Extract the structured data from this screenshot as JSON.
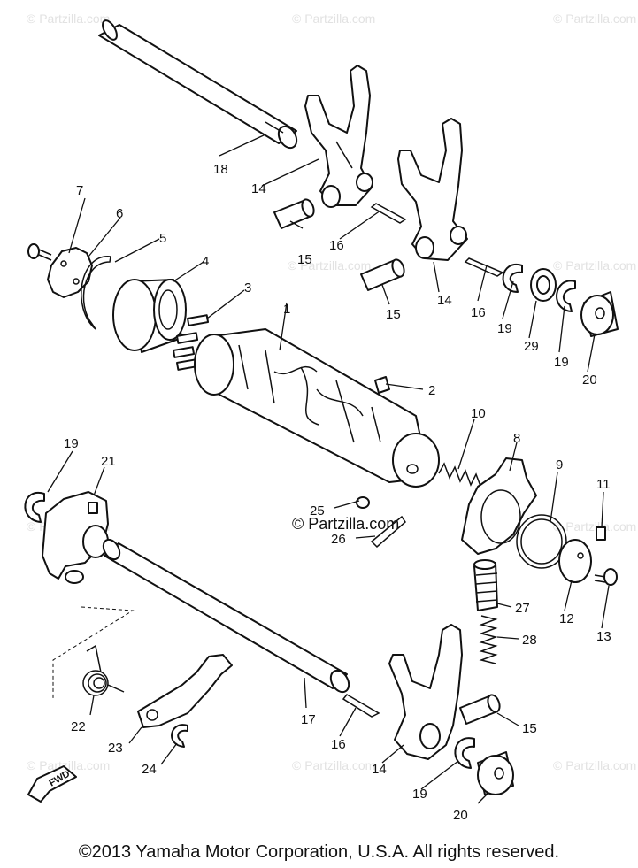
{
  "watermarks": {
    "small": "© Partzilla.com",
    "center": "© Partzilla.com"
  },
  "callouts": {
    "c1": "1",
    "c2": "2",
    "c3": "3",
    "c4": "4",
    "c5": "5",
    "c6": "6",
    "c7": "7",
    "c8": "8",
    "c9": "9",
    "c10": "10",
    "c11": "11",
    "c12": "12",
    "c13": "13",
    "c14a": "14",
    "c14b": "14",
    "c14c": "14",
    "c15a": "15",
    "c15b": "15",
    "c15c": "15",
    "c16a": "16",
    "c16b": "16",
    "c16c": "16",
    "c17": "17",
    "c18": "18",
    "c19a": "19",
    "c19b": "19",
    "c19c": "19",
    "c19d": "19",
    "c20a": "20",
    "c20b": "20",
    "c21": "21",
    "c22": "22",
    "c23": "23",
    "c24": "24",
    "c25": "25",
    "c26": "26",
    "c27": "27",
    "c28": "28",
    "c29": "29"
  },
  "fwd_label": "FWD",
  "copyright": "©2013  Yamaha Motor Corporation, U.S.A. All rights reserved."
}
